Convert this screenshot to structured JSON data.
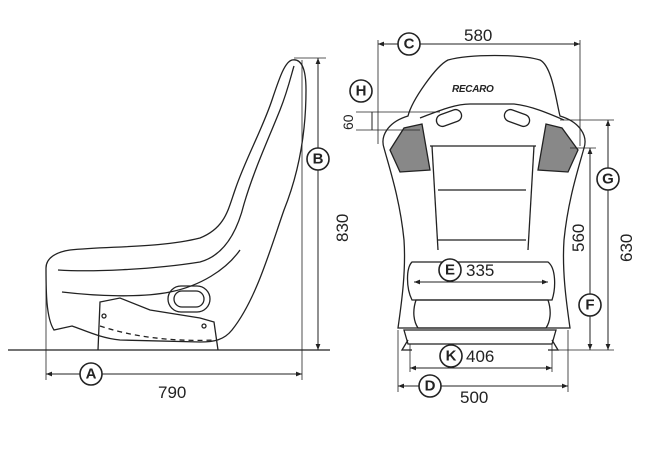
{
  "brand": "RECARO",
  "dimensions": {
    "A": "790",
    "B": "830",
    "C": "580",
    "D": "500",
    "E": "335",
    "F": "560",
    "G": "630",
    "H": "60",
    "K": "406"
  },
  "badges": {
    "A": "A",
    "B": "B",
    "C": "C",
    "D": "D",
    "E": "E",
    "F": "F",
    "G": "G",
    "H": "H",
    "K": "K"
  },
  "colors": {
    "line": "#222222",
    "bolster": "#888888",
    "background": "#ffffff"
  }
}
